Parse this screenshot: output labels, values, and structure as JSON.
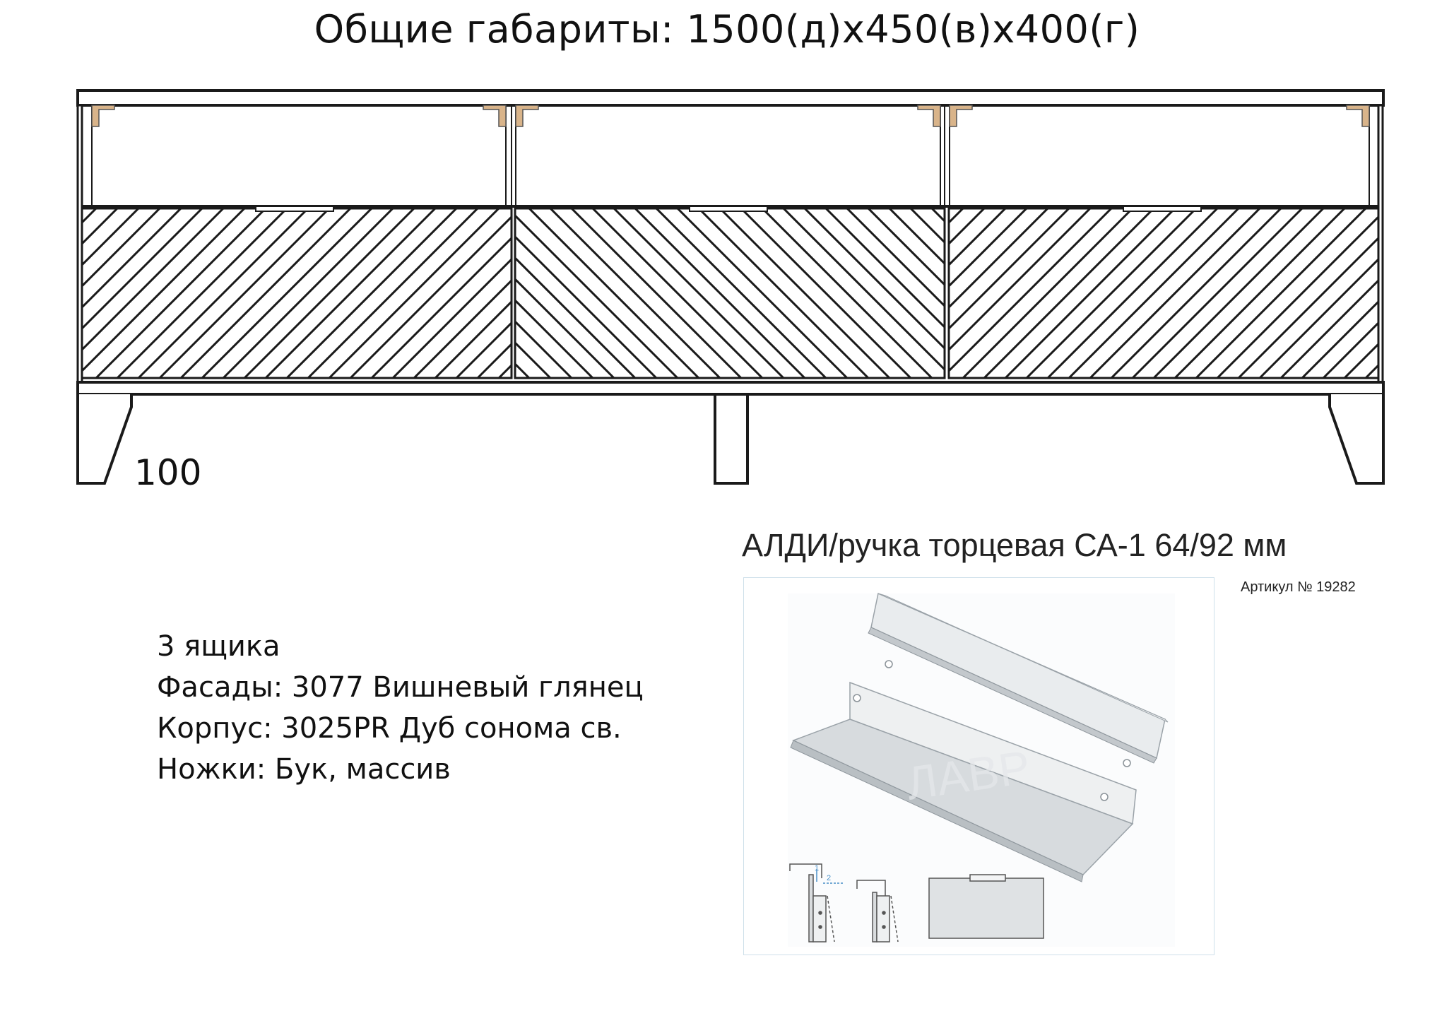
{
  "title": "Общие габариты: 1500(д)x450(в)x400(г)",
  "leg_height_label": "100",
  "specs": [
    "3 ящика",
    "Фасады: 3077 Вишневый глянец",
    "Корпус: 3025PR Дуб сонома св.",
    "Ножки: Бук, массив"
  ],
  "handle": {
    "title": "АЛДИ/ручка торцевая СА-1 64/92 мм",
    "article": "Артикул № 19282",
    "watermark": "ЛАВР",
    "step_1": "1",
    "step_2": "2"
  },
  "colors": {
    "line": "#1a1a1a",
    "bracket": "#d9b48a",
    "metal": "#d7dbde",
    "frame": "#cfe0ea"
  }
}
